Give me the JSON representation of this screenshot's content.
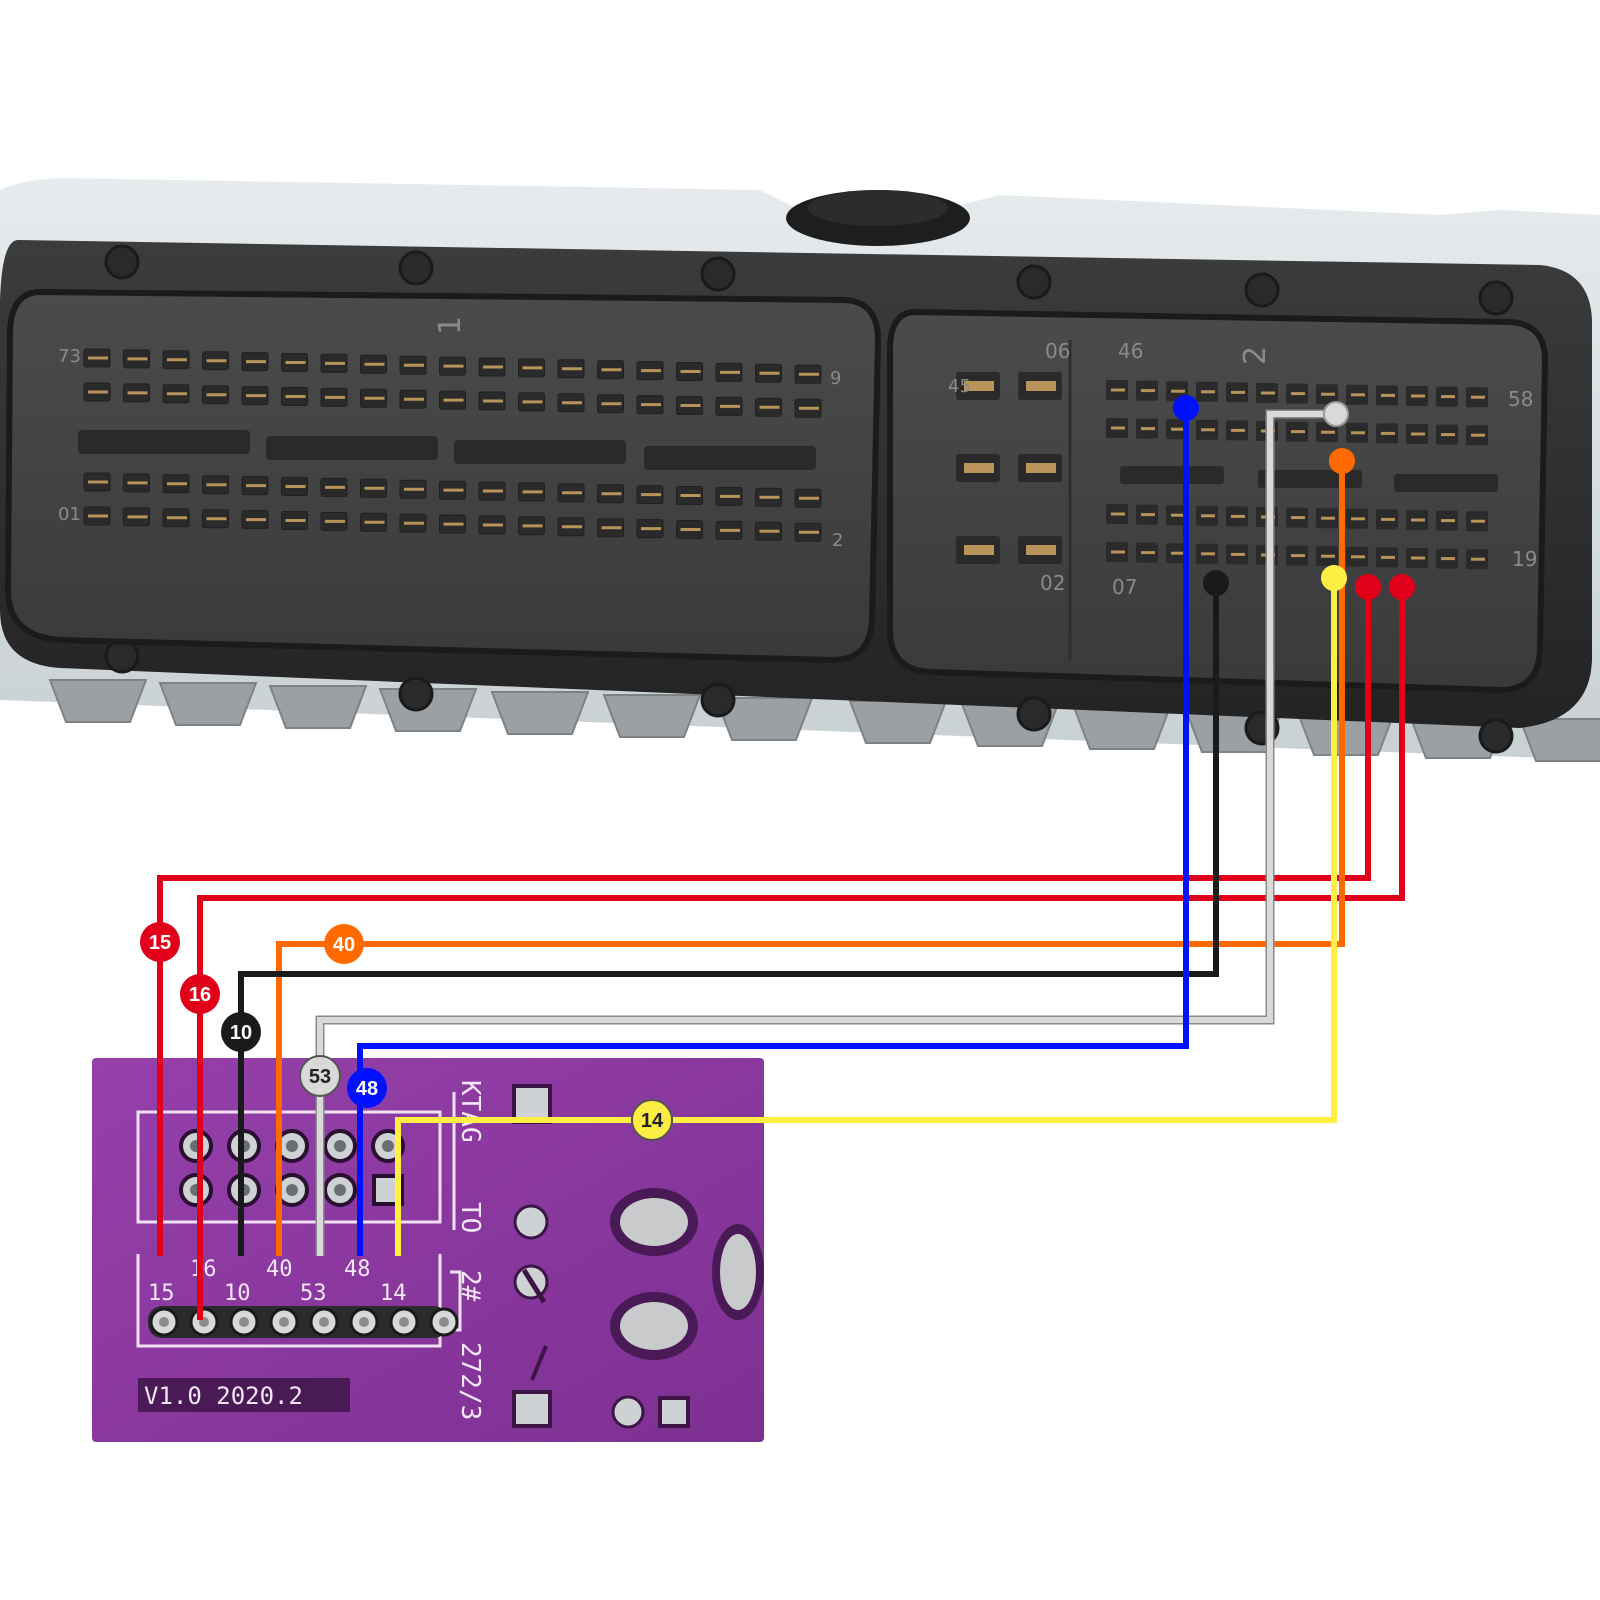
{
  "colors": {
    "red": "#e0001a",
    "orange": "#ff6a00",
    "black": "#1a1a1a",
    "white": "#d9d9d9",
    "blue": "#0011ff",
    "yellow": "#ffee44",
    "board": "#8e3aa3"
  },
  "connector": {
    "left_labels": {
      "top_left": "73",
      "top_right": "9",
      "bottom_left": "01",
      "bottom_right": "2",
      "mark": "1"
    },
    "right_labels": {
      "a": "06",
      "b": "46",
      "c": "58",
      "d": "02",
      "e": "07",
      "f": "19",
      "g": "45",
      "mark": "2"
    }
  },
  "board": {
    "header_labels": [
      "15",
      "16",
      "10",
      "40",
      "53",
      "48",
      "14"
    ],
    "side_text_1": "KTAG",
    "side_text_2": "TO",
    "side_text_3": "2#",
    "side_text_4": "272/3",
    "version": "V1.0 2020.2"
  },
  "wires": [
    {
      "label": "15",
      "color": "red"
    },
    {
      "label": "16",
      "color": "red"
    },
    {
      "label": "40",
      "color": "orange"
    },
    {
      "label": "10",
      "color": "black"
    },
    {
      "label": "53",
      "color": "white"
    },
    {
      "label": "48",
      "color": "blue"
    },
    {
      "label": "14",
      "color": "yellow"
    }
  ]
}
